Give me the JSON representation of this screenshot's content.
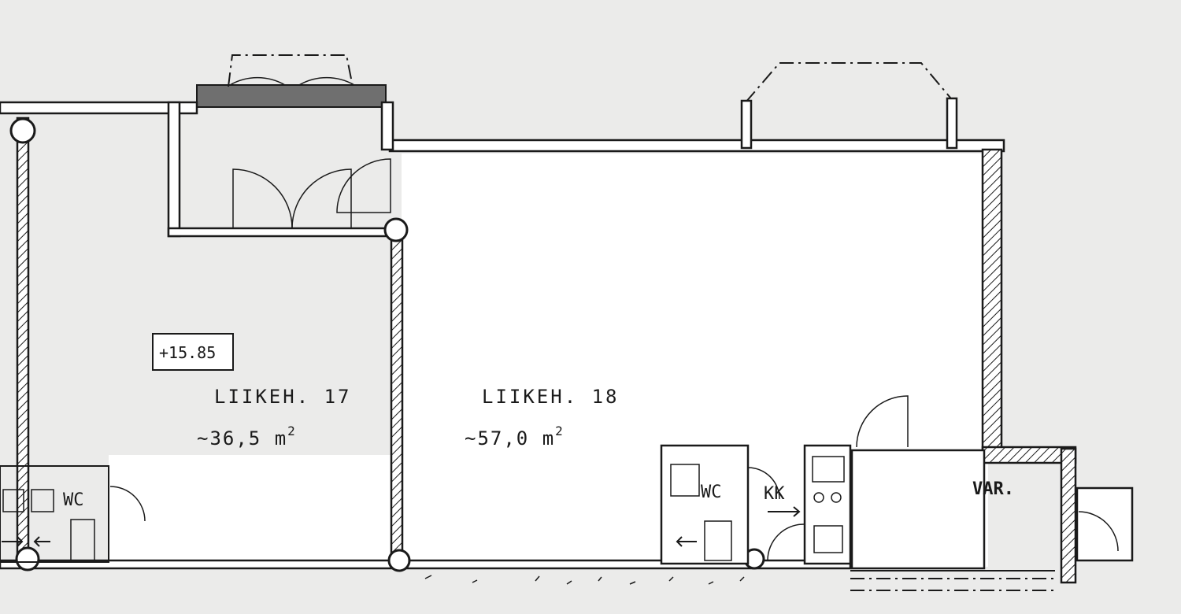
{
  "rooms": [
    {
      "name": "LIIKEH. 17",
      "area_value": "~36,5 m",
      "area_unit_exp": "2"
    },
    {
      "name": "LIIKEH. 18",
      "area_value": "~57,0 m",
      "area_unit_exp": "2"
    }
  ],
  "elevation_marker": "+15.85",
  "labels": {
    "wc_left": "WC",
    "wc_right": "WC",
    "kk": "KK",
    "var": "VAR."
  },
  "colors": {
    "paper": "#ebebea",
    "ink": "#1a1a1a",
    "canopy": "#6f6f6f"
  }
}
